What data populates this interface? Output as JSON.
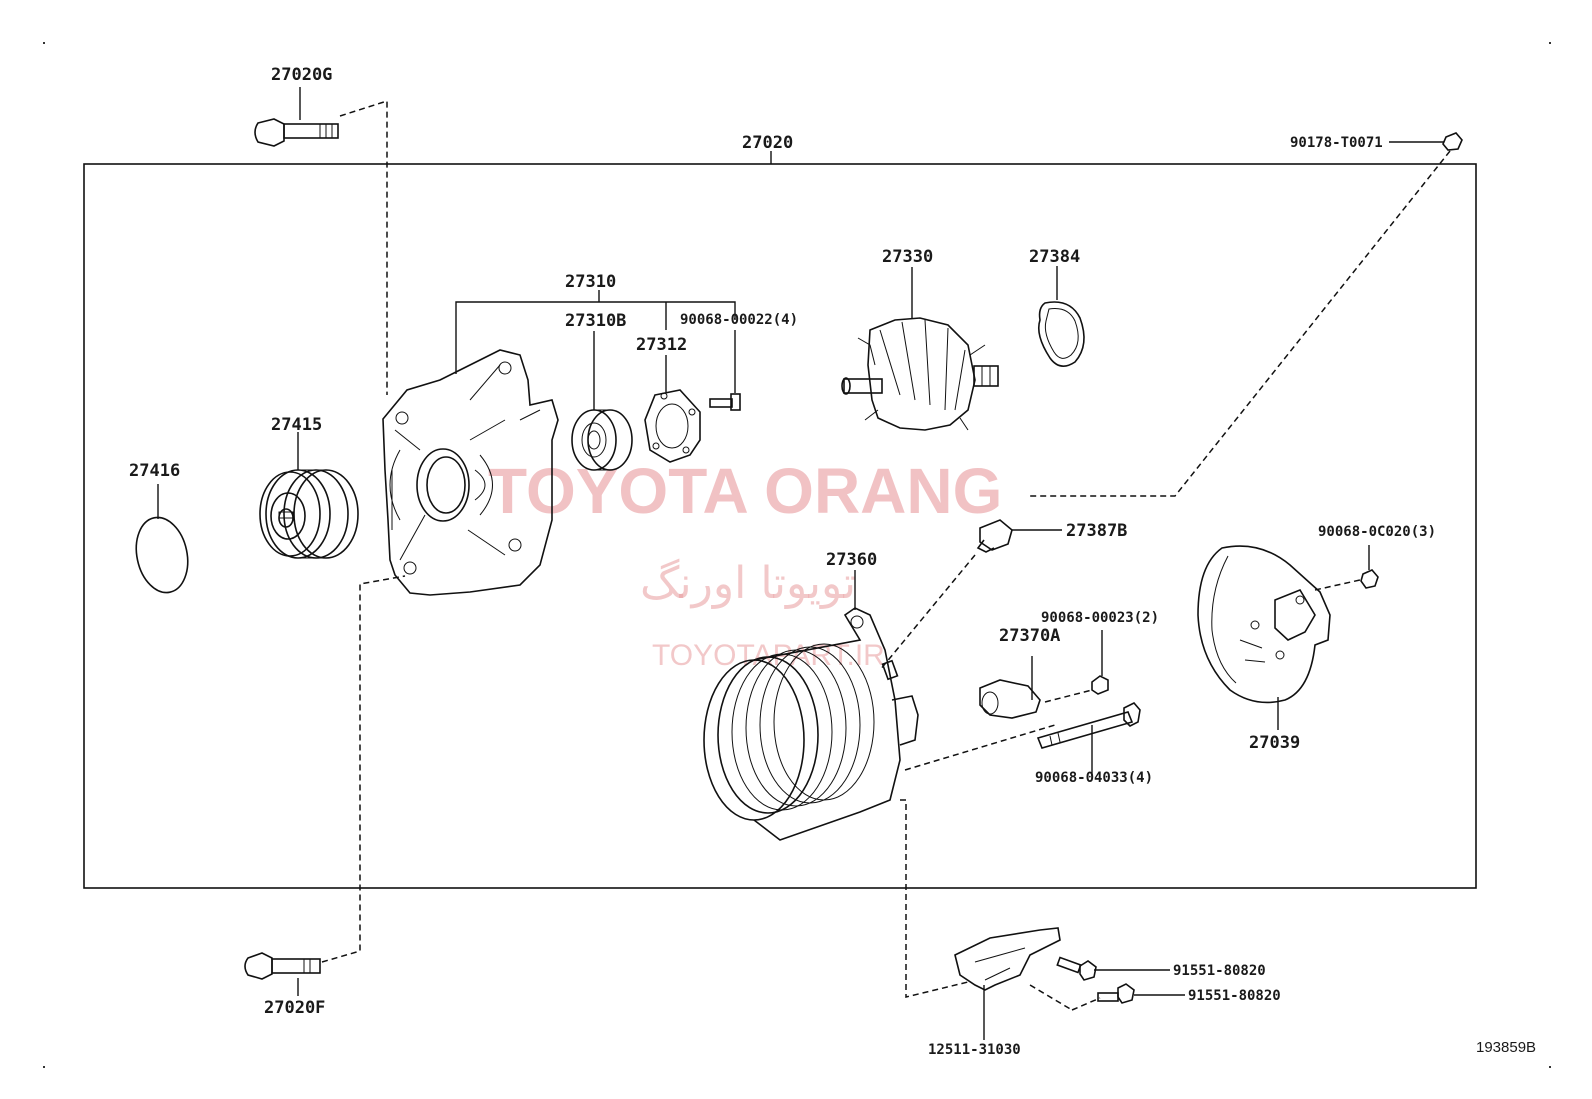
{
  "diagram_id": "193859B",
  "watermark": {
    "brand": "TOYOTA ORANG",
    "brand_fa": "تویوتا اورنگ",
    "site": "TOYOTAPART.IR"
  },
  "labels": {
    "p27020": "27020",
    "p27020G": "27020G",
    "p27020F": "27020F",
    "p90178": "90178-T0071",
    "p27330": "27330",
    "p27384": "27384",
    "p27310": "27310",
    "p27310B": "27310B",
    "p90068_00022": "90068-00022(4)",
    "p27312": "27312",
    "p27415": "27415",
    "p27416": "27416",
    "p27387B": "27387B",
    "p27360": "27360",
    "p90068_0C020": "90068-0C020(3)",
    "p90068_00023": "90068-00023(2)",
    "p27370A": "27370A",
    "p27039": "27039",
    "p90068_04033": "90068-04033(4)",
    "p91551_a": "91551-80820",
    "p91551_b": "91551-80820",
    "p12511": "12511-31030"
  },
  "icons": [
    "bolt-icon",
    "pulley-icon",
    "bearing-icon",
    "rotor-icon",
    "bracket-icon"
  ]
}
